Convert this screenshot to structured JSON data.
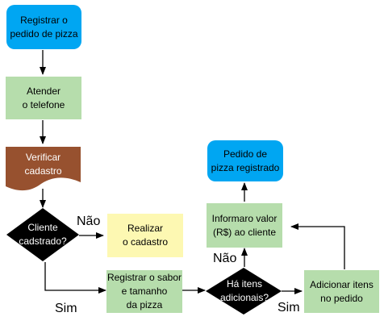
{
  "diagram": {
    "colors": {
      "blue": "#00a6f2",
      "green": "#b6ddac",
      "brown": "#97512f",
      "yellow": "#fdf8b2",
      "black": "#000000",
      "edge": "#000000"
    },
    "nodes": {
      "registrar_pedido": {
        "text": "Registrar o\npedido de pizza"
      },
      "atender_telefone": {
        "text": "Atender\no telefone"
      },
      "verificar_cadastro": {
        "text": "Verificar\ncadastro"
      },
      "cliente_cadastrado": {
        "text": "Cliente\ncadstrado?"
      },
      "realizar_cadastro": {
        "text": "Realizar\no cadastro"
      },
      "registrar_sabor": {
        "text": "Registrar o sabor\ne tamanho\nda pizza"
      },
      "ha_itens": {
        "text": "Há itens\nadicionais?"
      },
      "adicionar_itens": {
        "text": "Adicionar itens\nno pedido"
      },
      "informar_valor": {
        "text": "Informaro valor\n(R$) ao cliente"
      },
      "pedido_registrado": {
        "text": "Pedido de\npizza registrado"
      }
    },
    "edge_labels": {
      "nao_cadastro": "Não",
      "sim_cadastro": "Sim",
      "nao_itens": "Não",
      "sim_itens": "Sim"
    }
  }
}
